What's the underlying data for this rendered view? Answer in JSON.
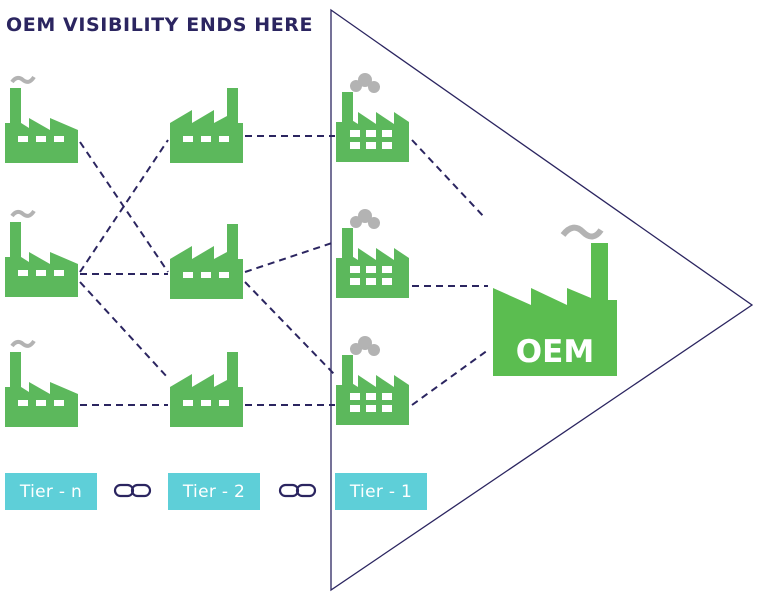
{
  "heading": "OEM VISIBILITY ENDS HERE",
  "oem_label": "OEM",
  "tiers": [
    "Tier - n",
    "Tier - 2",
    "Tier - 1"
  ],
  "icons": {
    "factory": "factory-icon",
    "smoke": "smoke-icon",
    "chain_link": "chain-link-icon"
  },
  "colors": {
    "factory_green": "#5cb85c",
    "oem_green": "#5bbd50",
    "tier_badge": "#5ecfd8",
    "heading_text": "#2b2560",
    "connector": "#2b2560",
    "smoke": "#b3b3b3"
  }
}
